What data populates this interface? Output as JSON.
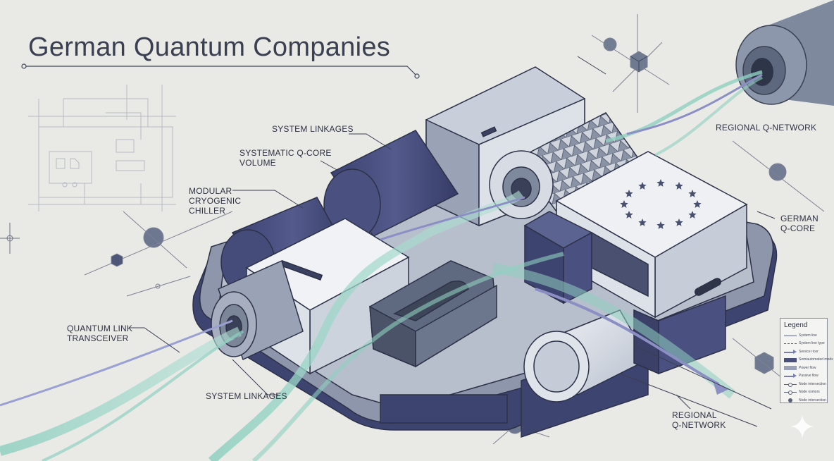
{
  "title": "German Quantum Companies",
  "callouts": {
    "system_linkages_top": "SYSTEM LINKAGES",
    "systematic_qcore_volume": "SYSTEMATIC Q-CORE\nVOLUME",
    "modular_cryogenic_chiller": "MODULAR\nCRYOGENIC\nCHILLER",
    "quantum_link_transceiver": "QUANTUM LINK\nTRANSCEIVER",
    "system_linkages_bottom": "SYSTEM LINKAGES",
    "regional_qnetwork_top": "REGIONAL Q-NETWORK",
    "german_qcore": "GERMAN\nQ-CORE",
    "regional_qnetwork_bottom": "REGIONAL\nQ-NETWORK"
  },
  "legend": {
    "title": "Legend",
    "items": [
      {
        "label": "System line",
        "symbol": "line"
      },
      {
        "label": "System line type",
        "symbol": "dash"
      },
      {
        "label": "Service ricer",
        "symbol": "arrow"
      },
      {
        "label": "Semiautomated mods",
        "symbol": "box"
      },
      {
        "label": "Power flow",
        "symbol": "box2"
      },
      {
        "label": "Passive flow",
        "symbol": "arrow"
      },
      {
        "label": "Node intersection",
        "symbol": "ndot"
      },
      {
        "label": "Node osmors",
        "symbol": "ndot"
      },
      {
        "label": "Node intersection",
        "symbol": "dot"
      }
    ]
  },
  "colors": {
    "background": "#e9e9e6",
    "navy": "#434a78",
    "slate": "#7e8aa0",
    "light_module": "#dfe3ea",
    "teal_stream": "#8fcfbe",
    "violet_stream": "#8b8fc4",
    "ink": "#2f3244"
  },
  "icons": [
    "eu-star-circle-icon",
    "sparkle-icon"
  ]
}
